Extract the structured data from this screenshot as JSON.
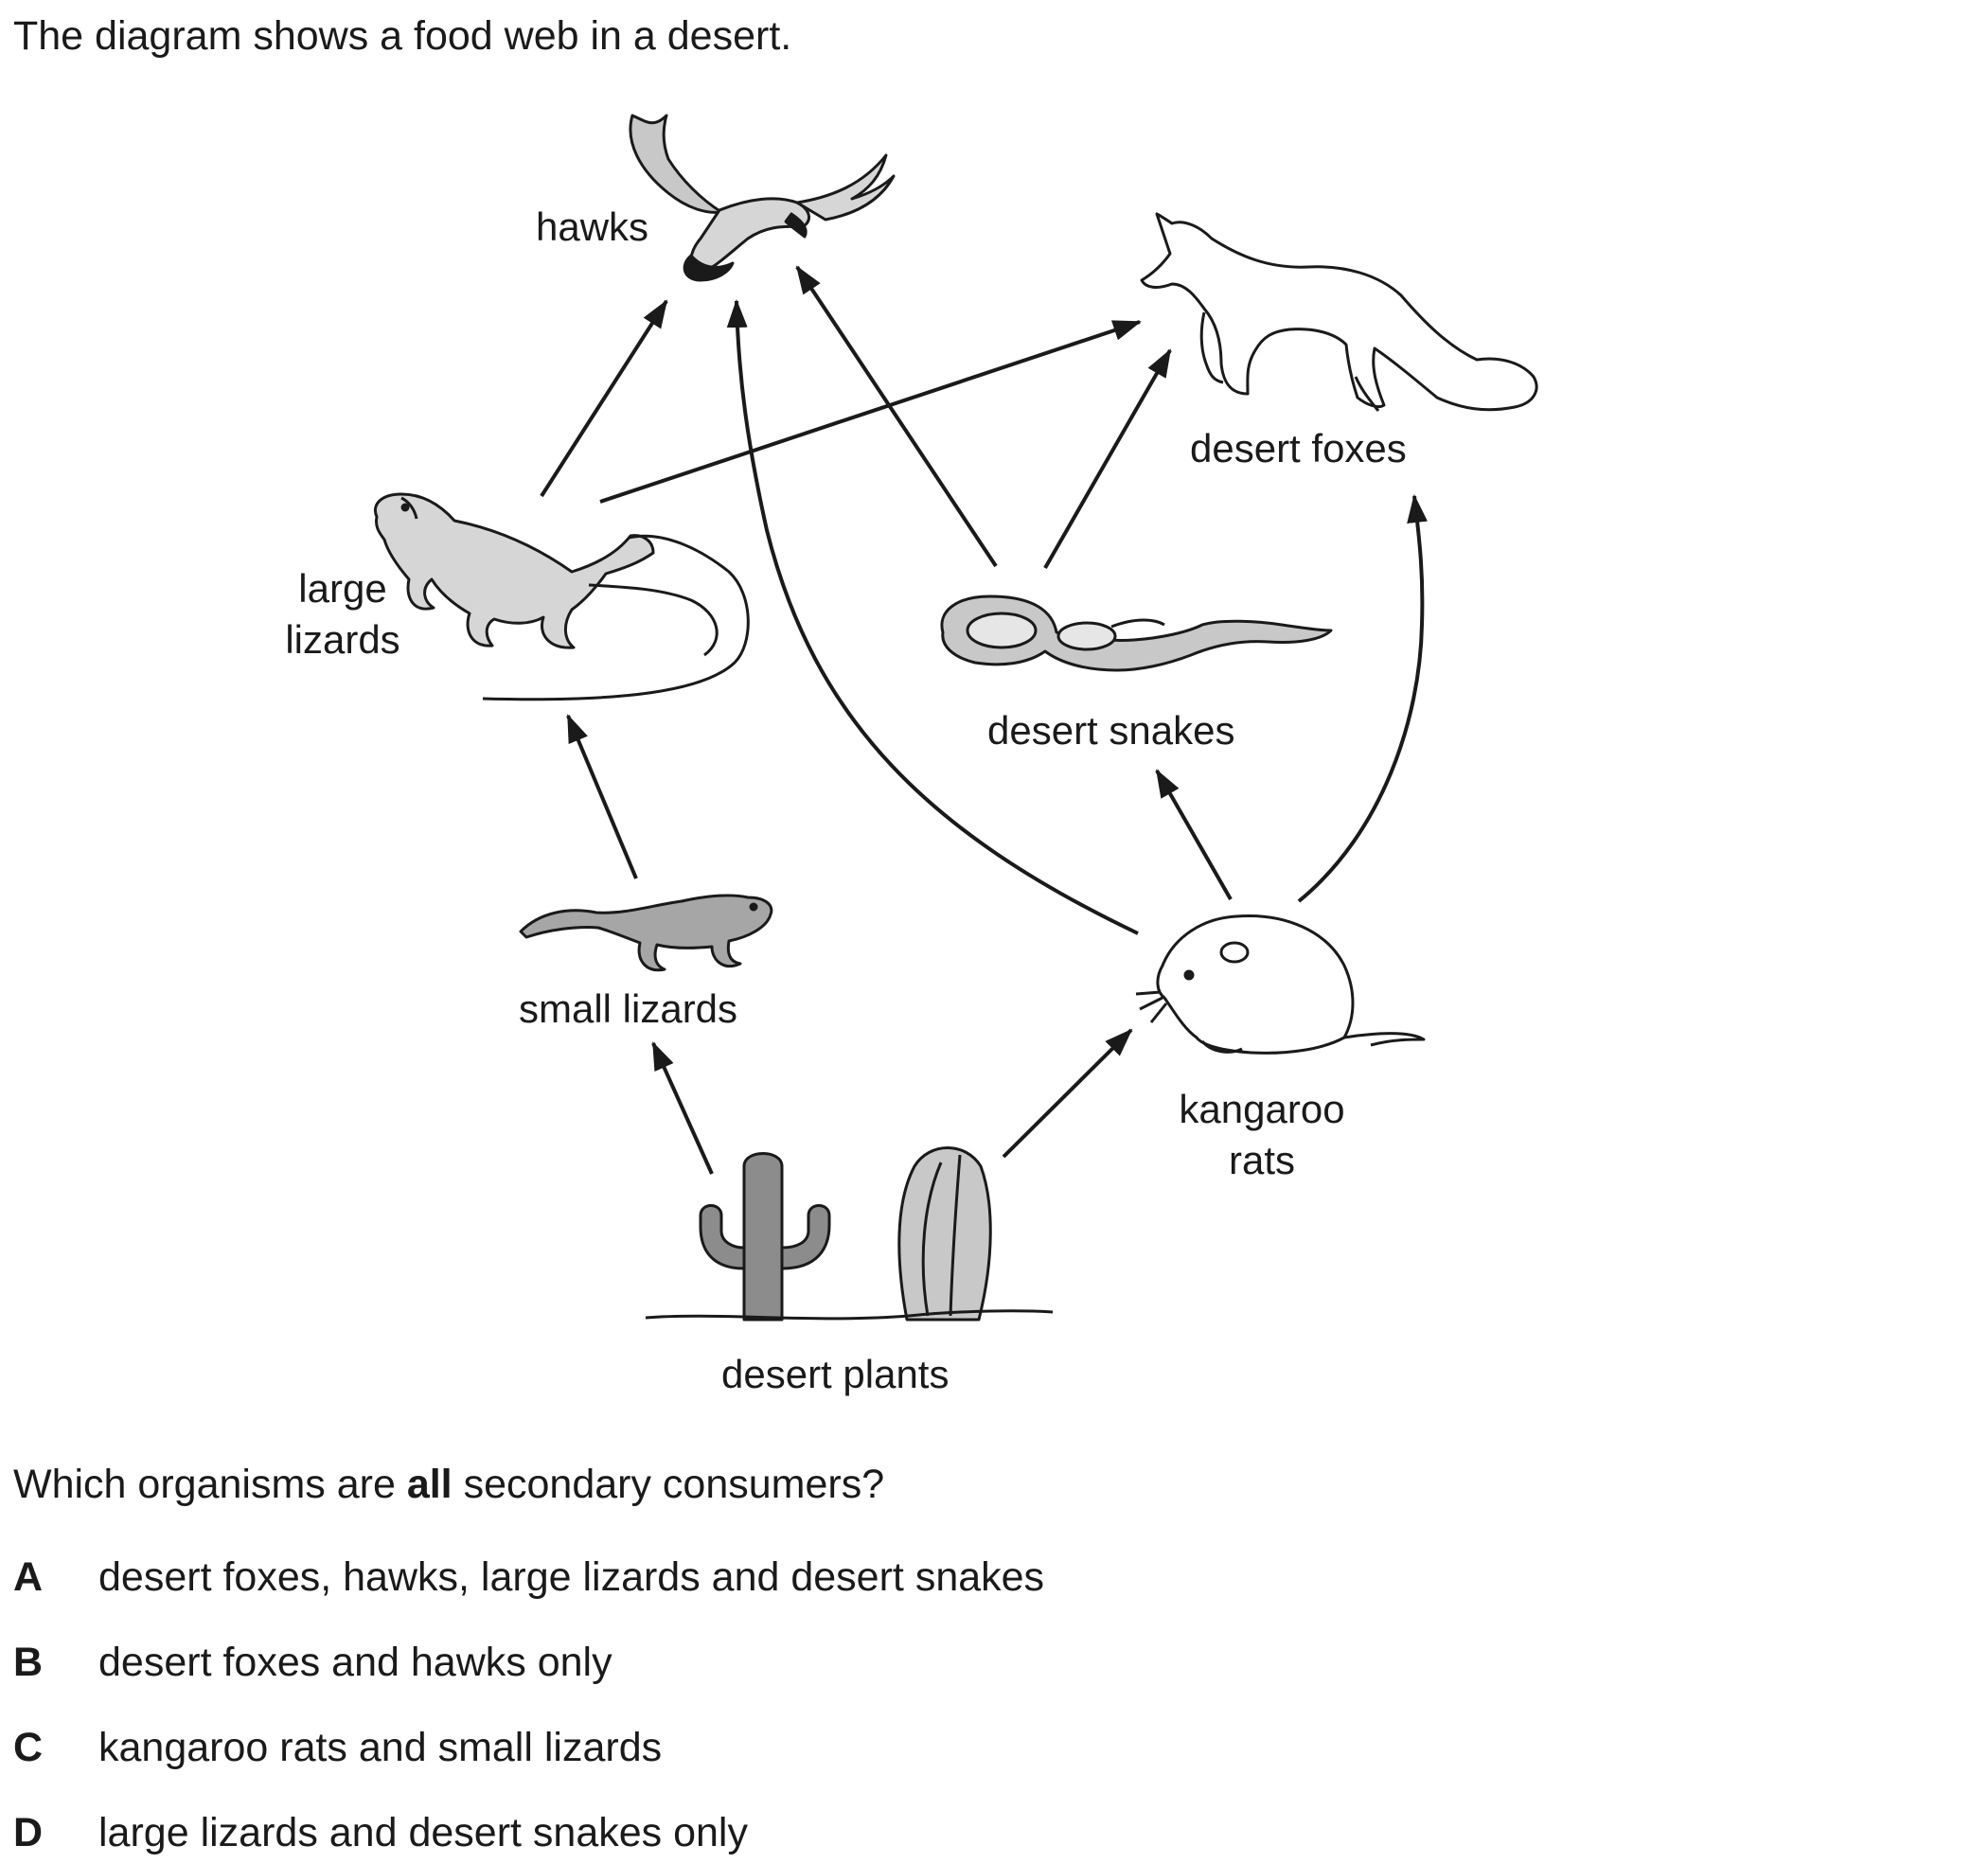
{
  "intro": "The diagram shows a food web in a desert.",
  "organisms": {
    "hawks": "hawks",
    "desert_foxes": "desert foxes",
    "large_lizards_1": "large",
    "large_lizards_2": "lizards",
    "desert_snakes": "desert snakes",
    "small_lizards": "small lizards",
    "kangaroo_rats_1": "kangaroo",
    "kangaroo_rats_2": "rats",
    "desert_plants": "desert plants"
  },
  "question": {
    "before": "Which organisms are ",
    "emphasis": "all",
    "after": " secondary consumers?"
  },
  "options": [
    {
      "letter": "A",
      "text": "desert foxes, hawks, large lizards and desert snakes"
    },
    {
      "letter": "B",
      "text": "desert foxes and hawks only"
    },
    {
      "letter": "C",
      "text": "kangaroo rats and small lizards"
    },
    {
      "letter": "D",
      "text": "large lizards and desert snakes only"
    }
  ],
  "colors": {
    "ink": "#1a1a1a",
    "light_fill": "#d9d9d9",
    "mid_fill": "#a6a6a6",
    "dark_fill": "#8c8c8c"
  }
}
